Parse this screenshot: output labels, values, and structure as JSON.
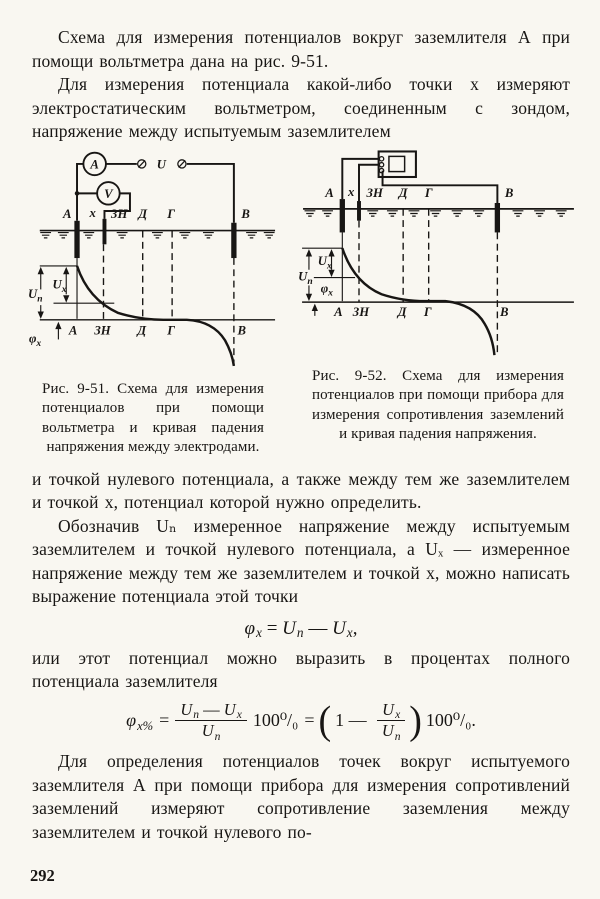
{
  "page": {
    "number": "292",
    "paper_color": "#f9f7f1",
    "ink_color": "#181614"
  },
  "text": {
    "p1": "Схема для измерения потенциалов вокруг заземлителя А при помощи вольтметра дана на рис. 9-51.",
    "p2": "Для измерения потенциала какой-либо точки x измеряют электростатическим вольтметром, соединенным с зондом, напряжение между испытуемым заземлителем",
    "p3": "и точкой нулевого потенциала, а также между тем же заземлителем и точкой x, потенциал которой нужно определить.",
    "p4": "Обозначив Uₙ измеренное напряжение между испытуемым заземлителем и точкой нулевого потенциала, а Uₓ — измеренное напряжение между тем же заземлителем и точкой x, можно написать выражение потенциала этой точки",
    "p5": "или этот потенциал можно выразить в процентах полного потенциала заземлителя",
    "p6": "Для определения потенциалов точек вокруг испытуемого заземлителя А при помощи прибора для измерения сопротивлений заземлений измеряют сопротивление заземления между заземлителем и точкой нулевого по-"
  },
  "fig51": {
    "caption": "Рис. 9-51. Схема для измерения потенциалов при помощи вольтметра и кривая падения напряжения между электродами.",
    "ammeter": "A",
    "voltmeter": "V",
    "source": "U",
    "top_labels": [
      "А",
      "x",
      "ЗН",
      "Д",
      "Г",
      "В"
    ],
    "axis_labels": [
      "А",
      "ЗН",
      "Д",
      "Г",
      "В"
    ],
    "un": [
      {
        "t": "U",
        "i": 1
      },
      {
        "t": "n",
        "sub": 1,
        "i": 1
      }
    ],
    "ux": [
      {
        "t": "U",
        "i": 1
      },
      {
        "t": "x",
        "sub": 1,
        "i": 1
      }
    ],
    "phix": [
      {
        "t": "φ",
        "i": 1
      },
      {
        "t": "x",
        "sub": 1,
        "i": 1
      }
    ]
  },
  "fig52": {
    "caption": "Рис. 9-52. Схема для измерения потенциалов при помощи прибора для измерения сопротивления заземлений и кривая падения напряжения.",
    "top_labels": [
      "А",
      "x",
      "ЗН",
      "Д",
      "Г",
      "В"
    ],
    "axis_labels": [
      "А",
      "ЗН",
      "Д",
      "Г",
      "В"
    ],
    "un": [
      {
        "t": "U",
        "i": 1
      },
      {
        "t": "n",
        "sub": 1,
        "i": 1
      }
    ],
    "ux": [
      {
        "t": "U",
        "i": 1
      },
      {
        "t": "x",
        "sub": 1,
        "i": 1
      }
    ],
    "phix": [
      {
        "t": "φ",
        "i": 1
      },
      {
        "t": "x",
        "sub": 1,
        "i": 1
      }
    ]
  },
  "formulas": {
    "f1": [
      {
        "t": "φ",
        "i": 1
      },
      {
        "t": "x",
        "sub": 1,
        "i": 1
      },
      {
        "t": " = "
      },
      {
        "t": "U",
        "i": 1
      },
      {
        "t": "n",
        "sub": 1,
        "i": 1
      },
      {
        "t": " — "
      },
      {
        "t": "U",
        "i": 1
      },
      {
        "t": "x",
        "sub": 1,
        "i": 1
      },
      {
        "t": ","
      }
    ],
    "f2_lhs": [
      {
        "t": "φ",
        "i": 1
      },
      {
        "t": "x%",
        "sub": 1,
        "i": 1
      }
    ],
    "f2_eq": [
      {
        "t": "="
      }
    ],
    "f2_num1": [
      {
        "t": "U",
        "i": 1
      },
      {
        "t": "n",
        "sub": 1,
        "i": 1
      },
      {
        "t": " — "
      },
      {
        "t": "U",
        "i": 1
      },
      {
        "t": "x",
        "sub": 1,
        "i": 1
      }
    ],
    "f2_den1": [
      {
        "t": "U",
        "i": 1
      },
      {
        "t": "n",
        "sub": 1,
        "i": 1
      }
    ],
    "f2_pct1": [
      {
        "t": "100⁰/₀"
      }
    ],
    "f2_eq2": [
      {
        "t": "="
      }
    ],
    "lparen": "(",
    "f2_one": [
      {
        "t": "1 — "
      }
    ],
    "f2_num2": [
      {
        "t": "U",
        "i": 1
      },
      {
        "t": "x",
        "sub": 1,
        "i": 1
      }
    ],
    "f2_den2": [
      {
        "t": "U",
        "i": 1
      },
      {
        "t": "n",
        "sub": 1,
        "i": 1
      }
    ],
    "rparen": ")",
    "f2_pct2": [
      {
        "t": "100⁰/₀."
      }
    ]
  }
}
